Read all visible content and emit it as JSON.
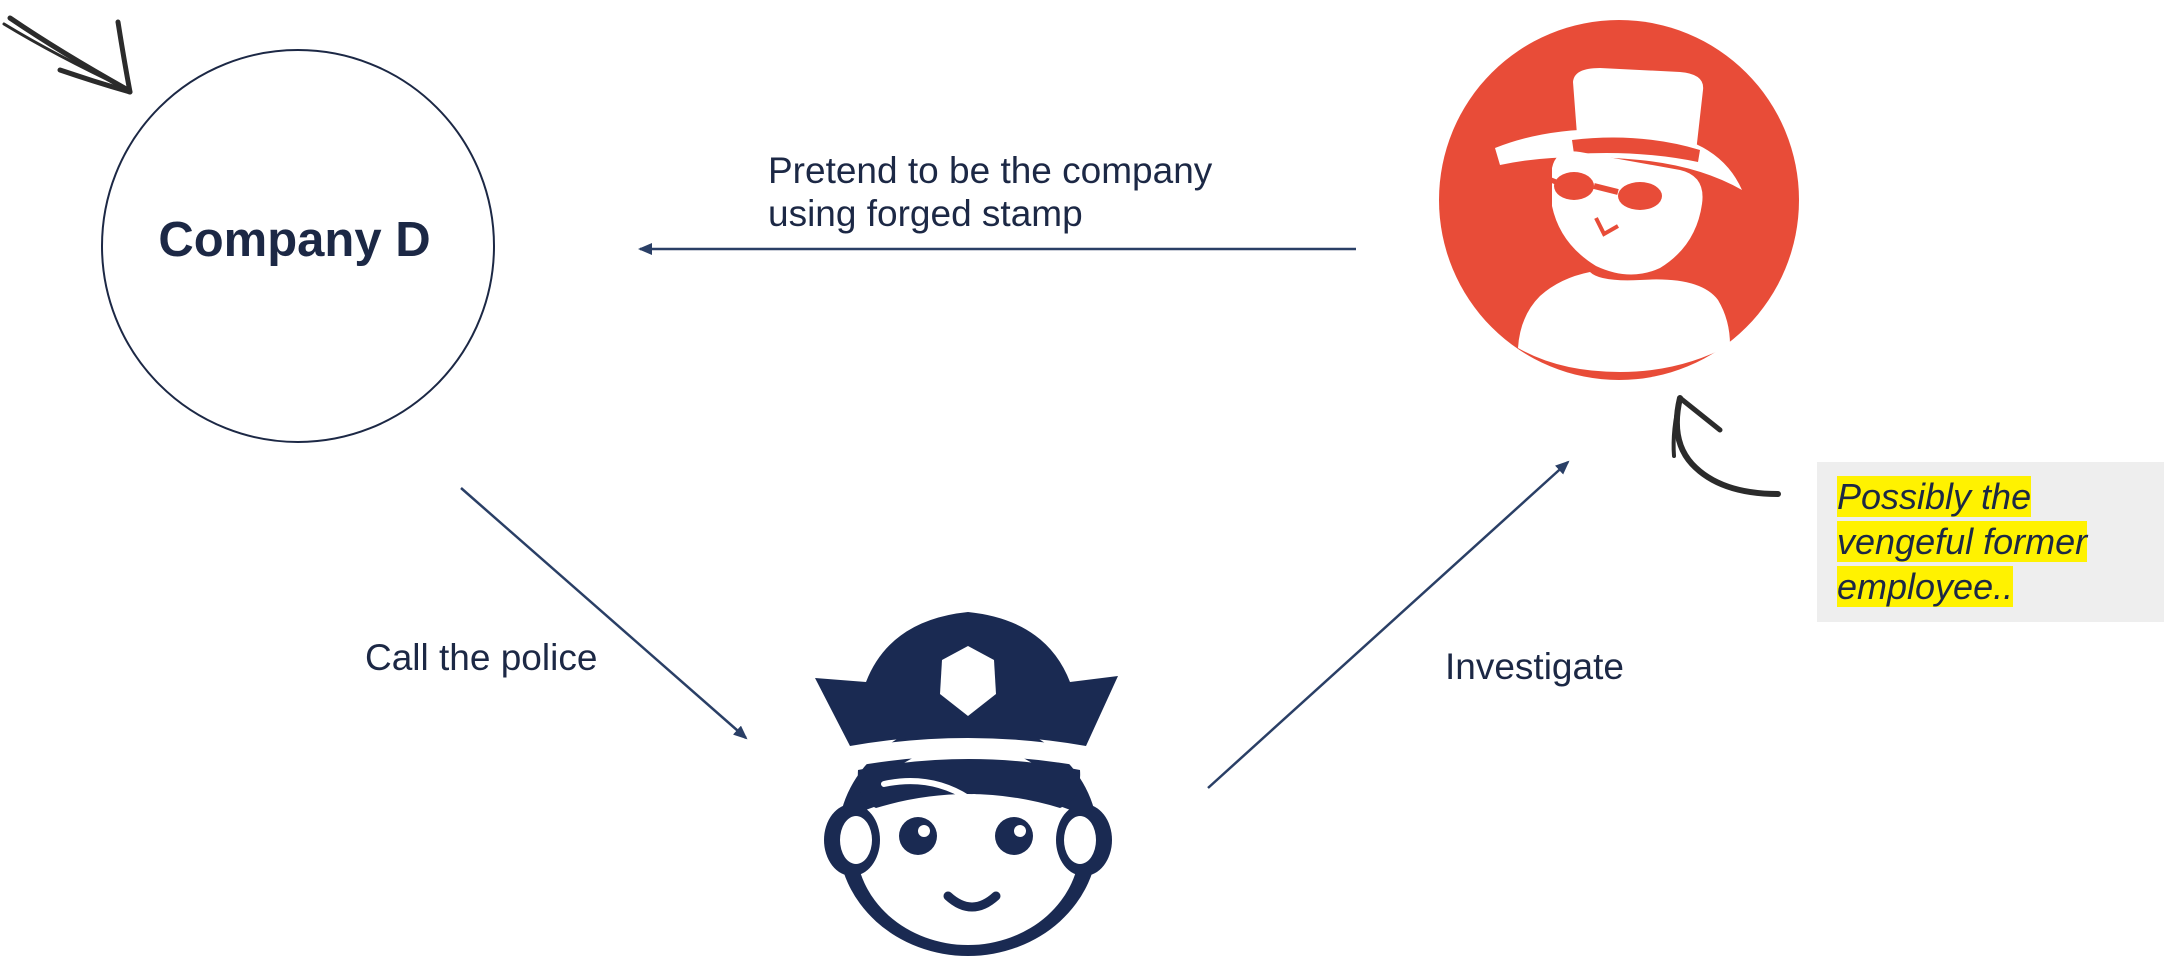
{
  "nodes": {
    "company": {
      "label": "Company D"
    },
    "suspect": {
      "icon": "spy-icon",
      "color": "#e84c38"
    },
    "police": {
      "icon": "police-officer-icon",
      "color": "#1a2a52"
    }
  },
  "edges": {
    "pretend": {
      "line1": "Pretend to be the company",
      "line2": "using forged stamp"
    },
    "call_police": {
      "label": "Call the police"
    },
    "investigate": {
      "label": "Investigate"
    }
  },
  "note": {
    "line1": "Possibly the",
    "line2": "vengeful former",
    "line3": "employee..",
    "highlight_color": "#fff200"
  },
  "colors": {
    "line": "#2a3f66",
    "text": "#1c2845",
    "hand_arrow": "#2b2b2b"
  }
}
